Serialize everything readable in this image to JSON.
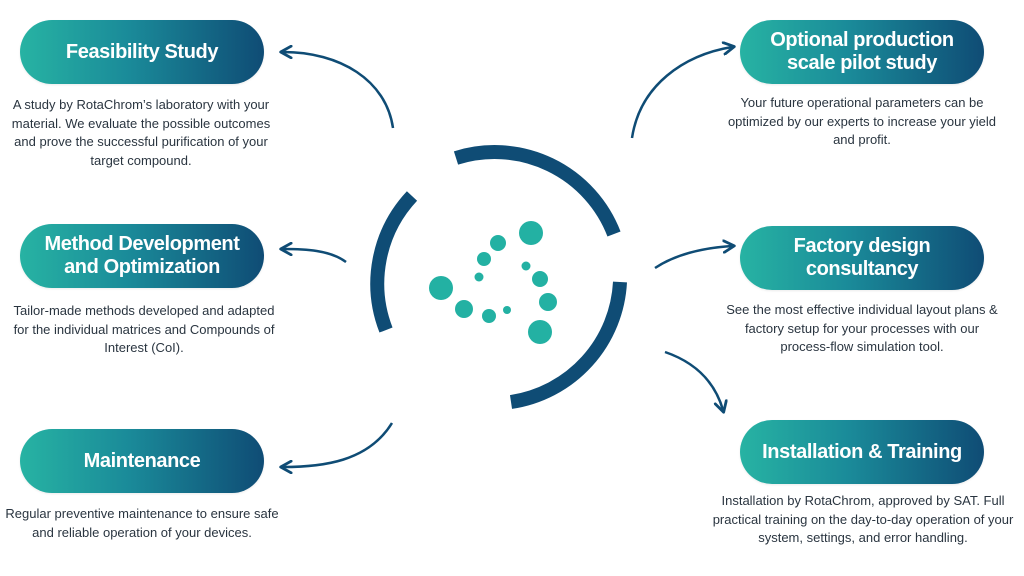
{
  "nodes": [
    {
      "id": "feasibility",
      "title": "Feasibility Study",
      "description": "A study by RotaChrom’s laboratory with your material. We evaluate the possible outcomes and prove the successful purification of your target compound."
    },
    {
      "id": "method",
      "title": "Method Development and Optimization",
      "description": "Tailor-made methods developed and adapted for the individual matrices and Compounds of Interest (CoI)."
    },
    {
      "id": "maintenance",
      "title": "Maintenance",
      "description": "Regular preventive maintenance to ensure safe and reliable operation of your devices."
    },
    {
      "id": "pilot",
      "title": "Optional production scale pilot study",
      "description": "Your future operational parameters can be optimized by our experts to increase your yield and profit."
    },
    {
      "id": "factory",
      "title": "Factory design consultancy",
      "description": "See the most effective individual layout plans & factory setup for your processes with our process-flow simulation tool."
    },
    {
      "id": "installation",
      "title": "Installation & Training",
      "description": "Installation by RotaChrom, approved by SAT. Full practical training on the day-to-day operation of your system, settings, and error handling."
    }
  ],
  "colors": {
    "pill_start": "#27b3a3",
    "pill_end": "#0f4c75",
    "arrow": "#0f4c75",
    "ring": "#0f4c75",
    "dots": "#23b1a3",
    "text": "#2a3540"
  },
  "icons": {
    "center_logo": "rotachrom-logo-icon",
    "connector": "curved-arrow-icon"
  }
}
